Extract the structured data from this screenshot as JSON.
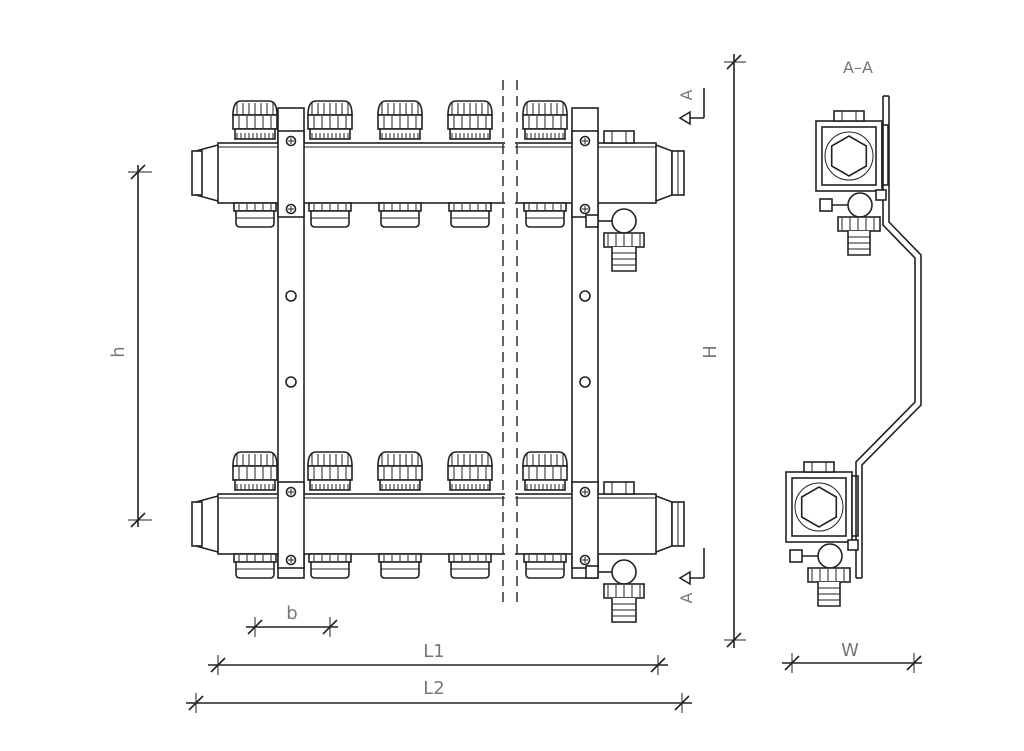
{
  "section_title": "A–A",
  "dimensions": {
    "h": "h",
    "H": "H",
    "b": "b",
    "L1": "L1",
    "L2": "L2",
    "W": "W"
  },
  "section_marks": {
    "top": "A",
    "bottom": "A"
  },
  "colors": {
    "line": "#222222",
    "label": "#777777",
    "background": "#ffffff"
  },
  "outlets_per_bar": 5
}
